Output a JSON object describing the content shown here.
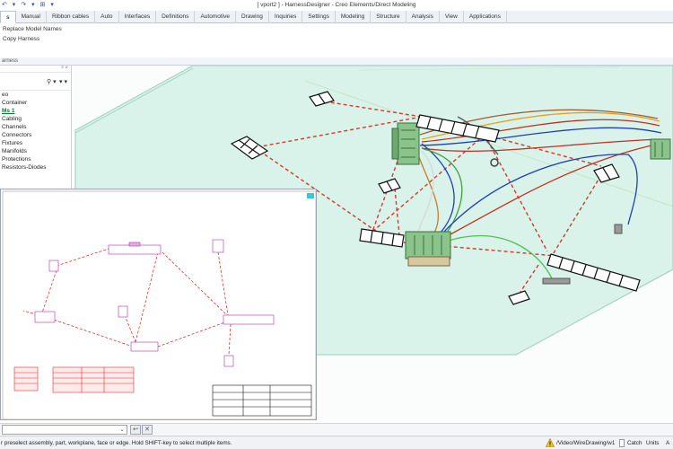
{
  "window": {
    "title": "[ vport2 ] - HarnessDesigner - Creo Elements/Direct Modeling",
    "qat_glyphs": "↶ ▾ ↷ ▾ ⊞ ▾"
  },
  "ribbon": {
    "tabs": [
      "s",
      "Manual",
      "Ribbon cables",
      "Auto",
      "Interfaces",
      "Definitions",
      "Automotive",
      "Drawing",
      "Inquiries",
      "Settings",
      "Modeling",
      "Structure",
      "Analysis",
      "View",
      "Applications"
    ],
    "active_tab_index": 0,
    "items": [
      "Replace Model Names",
      "Copy Harness"
    ],
    "group_label": "arness"
  },
  "tree": {
    "pin_glyph": "ᵖ ×",
    "toolbar_glyphs": [
      "⚲ ▾",
      "▾ ▾"
    ],
    "items": [
      "eo",
      "Container",
      "Ms 1",
      "Cabling",
      "Channels",
      "Connectors",
      "Fixtures",
      "Manifolds",
      "Protections",
      "Resistors-Diodes"
    ],
    "selected_index": 2
  },
  "command_line": {
    "value": "",
    "dropdown_glyph": "⌄",
    "ok_glyph": "↩",
    "cancel_glyph": "✕"
  },
  "status": {
    "prompt": "r preselect assembly, part, workplane, face or edge. Hold SHIFT-key to select multiple items.",
    "path": "/Video/WireDrawing/w1",
    "catch_label": "Catch",
    "units_label": "Units",
    "last_label": "A"
  },
  "colors": {
    "floor": "#d9f2ea",
    "floor_edge": "#9fcfbe",
    "dashed_route": "#d63a2c",
    "connector_green": "#8bc48a",
    "drawing_red": "#e03030",
    "drawing_magenta": "#b030b0"
  }
}
